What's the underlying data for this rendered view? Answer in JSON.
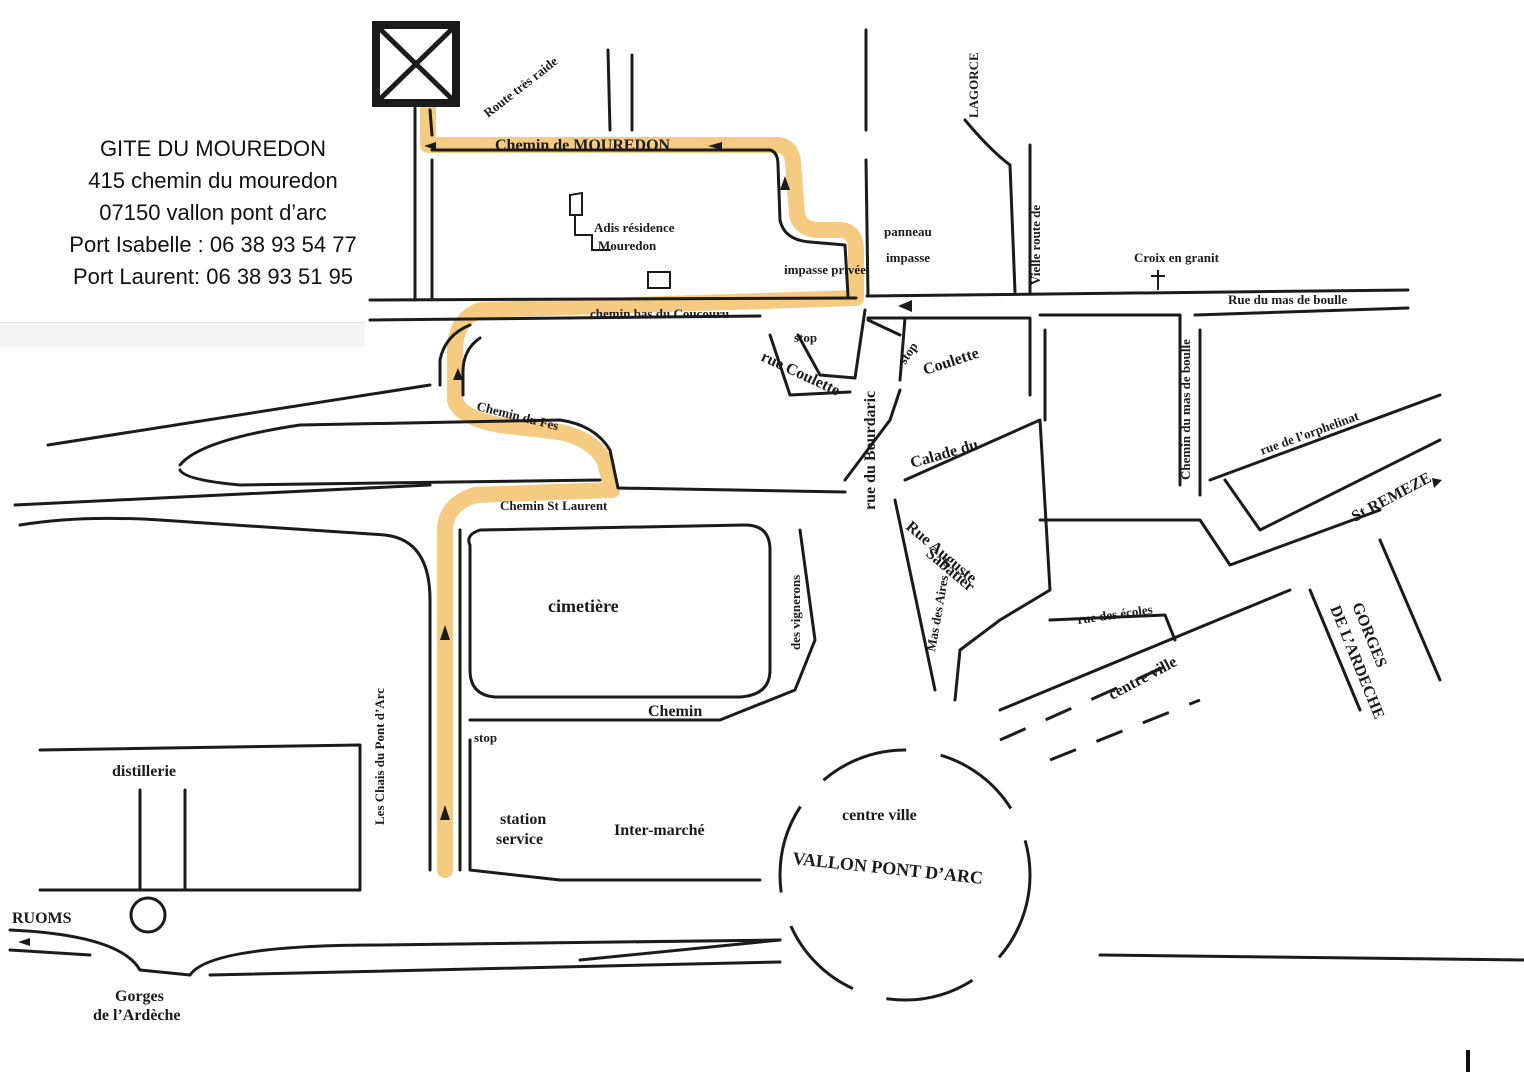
{
  "address": {
    "line1": "GITE DU MOUREDON",
    "line2": "415 chemin du mouredon",
    "line3": "07150 vallon pont  d’arc",
    "line4": "Port Isabelle : 06 38 93 54 77",
    "line5": "Port  Laurent: 06 38 93 51 95"
  },
  "labels": {
    "route_tres_raide": "Route très raide",
    "chemin_mouredon": "Chemin de MOUREDON",
    "adis_residence": "Adis résidence",
    "le_mouredon": "Mouredon",
    "panneau": "panneau",
    "impasse": "impasse",
    "impasse_privee": "impasse privée",
    "lagorce": "LAGORCE",
    "vielle_route": "Vielle route de",
    "croix_granit": "Croix en granit",
    "rue_mas_boulle": "Rue du mas de boulle",
    "chemin_bas_coucourou": "chemin bas du Coucouru",
    "stop1": "stop",
    "stop2": "stop",
    "stop3": "stop",
    "rue_coulette": "rue Coulette",
    "coulette": "Coulette",
    "rue_bourdaric": "rue du Bourdaric",
    "calade": "Calade du",
    "chemin_mas_boulle": "Chemin du mas de boulle",
    "rue_orphelinat": "rue de l’orphelinat",
    "st_remeze": "St REMEZE",
    "chemin_fes": "Chemin  du Fes",
    "chemin_st_laurent": "Chemin St Laurent",
    "rue_auguste": "Rue Auguste",
    "sabatier": "Sabatier",
    "mas_des_aires": "Mas des Aires",
    "des_vignerons": "des vignerons",
    "cimetiere": "cimetière",
    "rue_ecoles": "rue des écoles",
    "centre_ville_rd": "centre ville",
    "gorges_ardeche_right_1": "GORGES",
    "gorges_ardeche_right_2": "DE L’ARDECHE",
    "chemin": "Chemin",
    "les_chais": "Les Chais du Pont d’Arc",
    "distillerie": "distillerie",
    "station": "station",
    "service": "service",
    "inter_marche": "Inter-marché",
    "centre_ville_circle": "centre ville",
    "vallon_pont_darc": "VALLON PONT D’ARC",
    "ruoms": "RUOMS",
    "gorges_bottom_1": "Gorges",
    "gorges_bottom_2": "de l’Ardèche"
  },
  "colors": {
    "route_highlight": "#f2c26b",
    "ink": "#1b1b1b"
  }
}
